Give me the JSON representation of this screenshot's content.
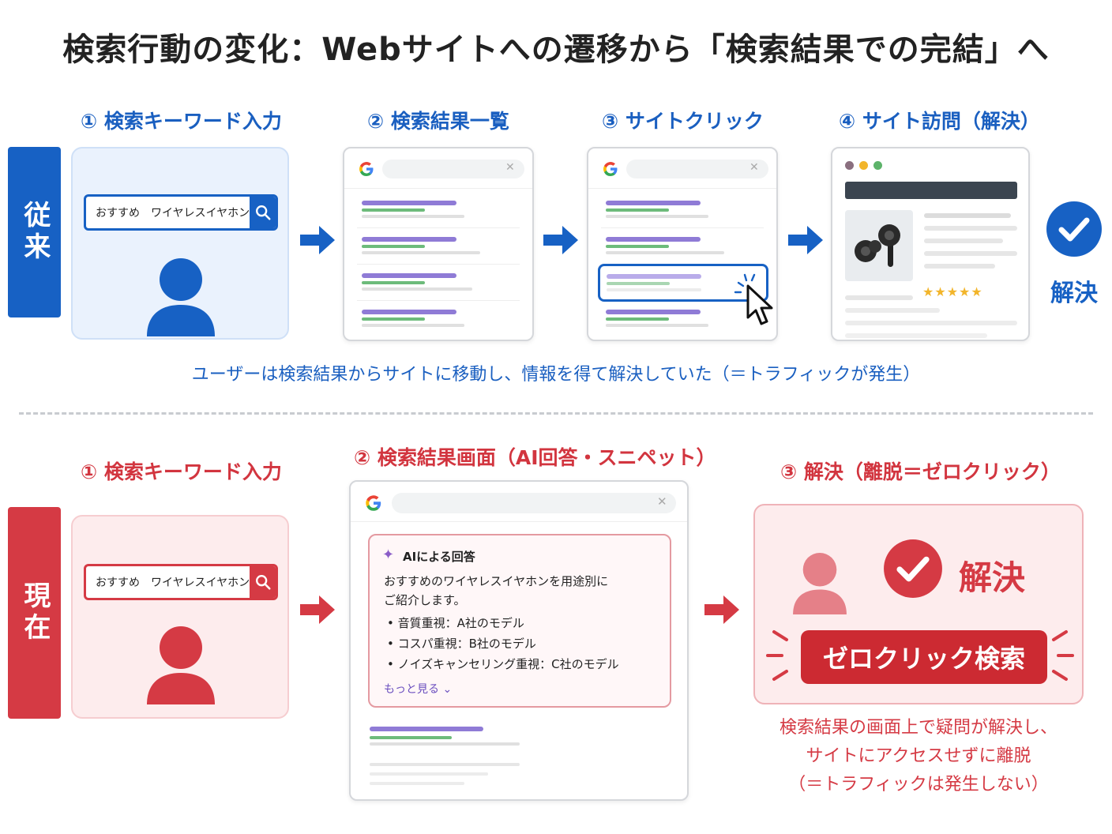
{
  "title": "検索行動の変化：Webサイトへの遷移から「検索結果での完結」へ",
  "colors": {
    "blue": "#1761c4",
    "red": "#d53a44",
    "blue_light": "#eaf2fd",
    "red_light": "#fdeced"
  },
  "traditional": {
    "label": "従来",
    "steps": [
      "① 検索キーワード入力",
      "② 検索結果一覧",
      "③ サイトクリック",
      "④ サイト訪問（解決）"
    ],
    "search_query": "おすすめ　ワイヤレスイヤホン",
    "resolved_label": "解決",
    "caption": "ユーザーは検索結果からサイトに移動し、情報を得て解決していた（＝トラフィックが発生）",
    "rating_stars": "★★★★★",
    "icons": [
      "search-icon",
      "user-icon",
      "google-logo-icon",
      "close-icon",
      "cursor-click-icon",
      "earbuds-icon",
      "check-circle-icon",
      "arrow-right-icon"
    ]
  },
  "current": {
    "label": "現在",
    "steps": [
      "① 検索キーワード入力",
      "② 検索結果画面（AI回答・スニペット）",
      "③ 解決（離脱＝ゼロクリック）"
    ],
    "search_query": "おすすめ　ワイヤレスイヤホン",
    "ai_answer": {
      "heading": "AIによる回答",
      "intro_line1": "おすすめのワイヤレスイヤホンを用途別に",
      "intro_line2": "ご紹介します。",
      "items": [
        "音質重視：A社のモデル",
        "コスパ重視：B社のモデル",
        "ノイズキャンセリング重視：C社のモデル"
      ],
      "more": "もっと見る"
    },
    "resolved_label": "解決",
    "zero_click_label": "ゼロクリック検索",
    "caption_lines": [
      "検索結果の画面上で疑問が解決し、",
      "サイトにアクセスせずに離脱",
      "（＝トラフィックは発生しない）"
    ]
  }
}
